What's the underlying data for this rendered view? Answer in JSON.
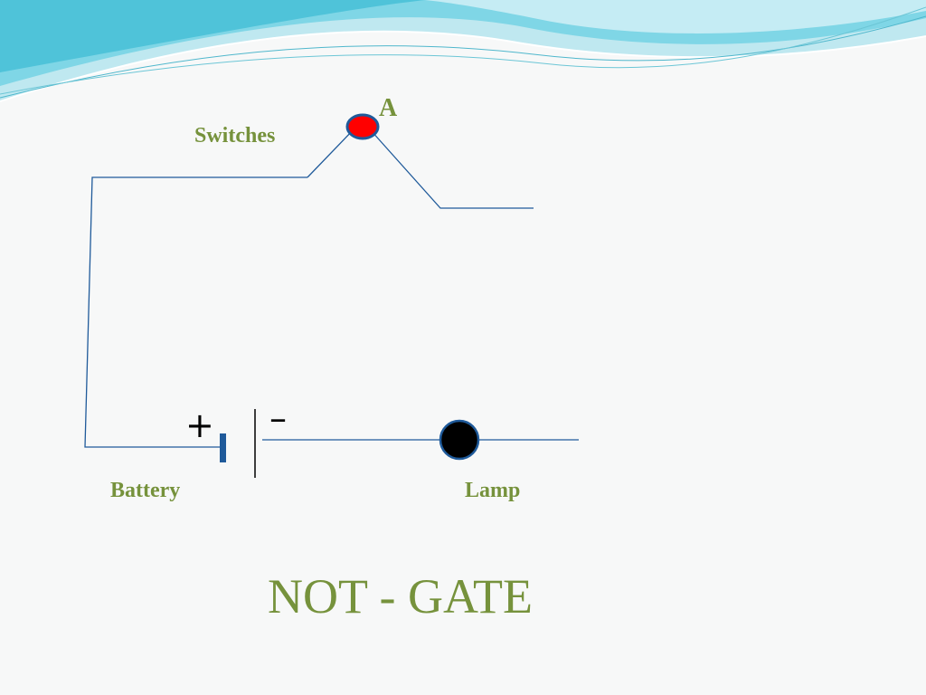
{
  "labels": {
    "switches": "Switches",
    "switch_a": "A",
    "battery": "Battery",
    "lamp": "Lamp",
    "title": "NOT - GATE"
  },
  "symbols": {
    "plus": "+",
    "minus": "–"
  },
  "colors": {
    "label_green": "#76923c",
    "wire_blue": "#1f5a9a",
    "switch_red": "#ff0000",
    "lamp_black": "#000000",
    "wave_light": "#bfe8f0",
    "wave_teal": "#5bc8dc"
  }
}
